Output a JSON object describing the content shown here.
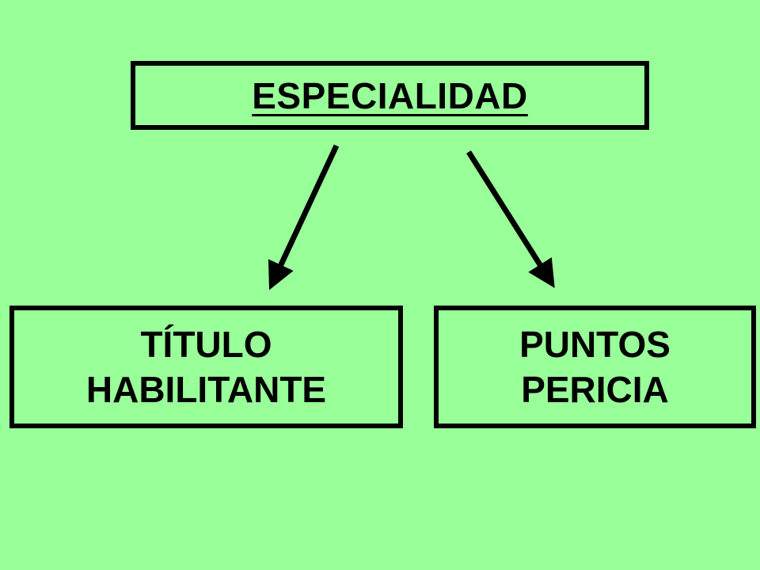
{
  "diagram": {
    "top_box": {
      "label": "ESPECIALIDAD"
    },
    "left_box": {
      "line1": "TÍTULO",
      "line2": "HABILITANTE"
    },
    "right_box": {
      "line1": "PUNTOS",
      "line2": "PERICIA"
    }
  },
  "colors": {
    "background": "#99ff99",
    "border": "#000000",
    "text": "#000000"
  }
}
